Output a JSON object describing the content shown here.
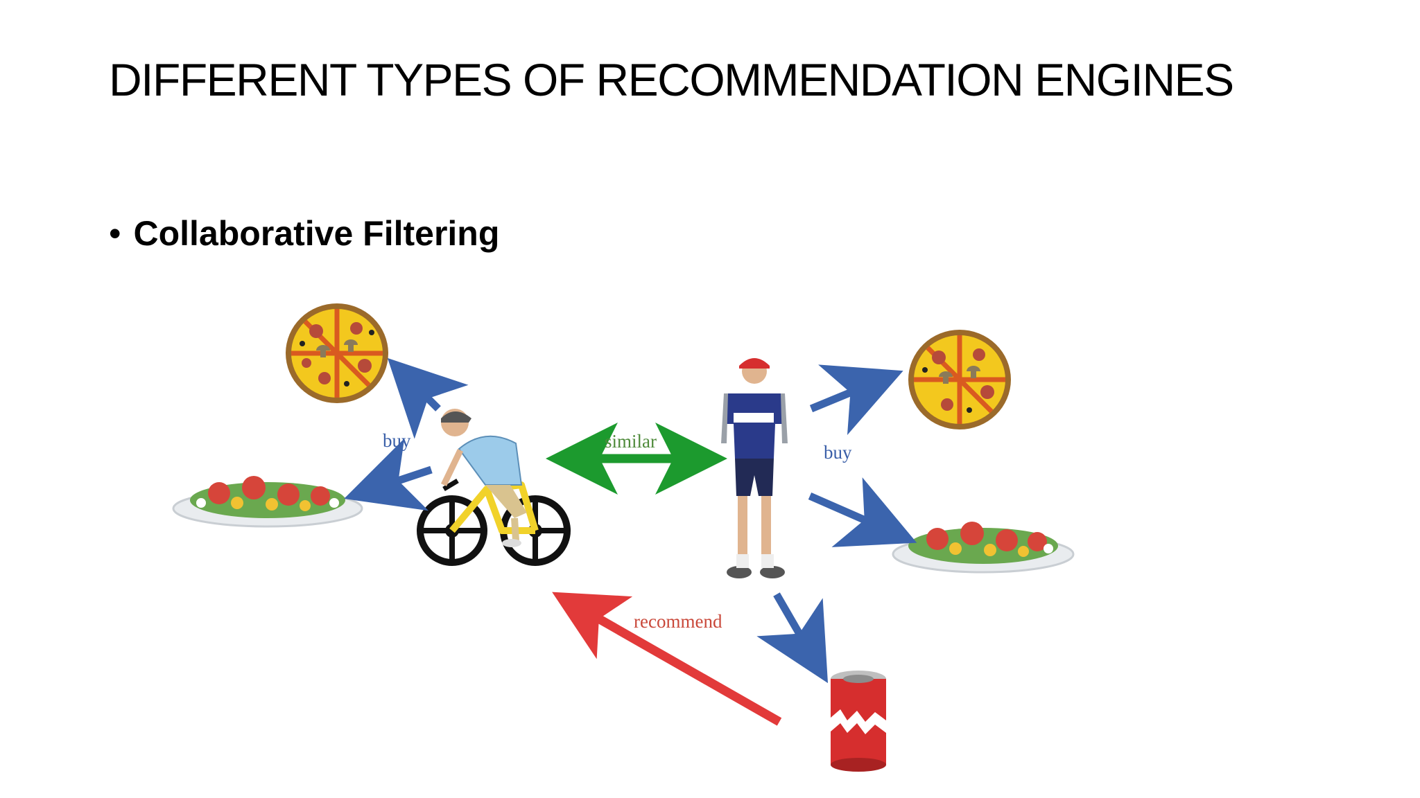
{
  "slide": {
    "title": "DIFFERENT TYPES OF RECOMMENDATION ENGINES",
    "bullet": "Collaborative Filtering"
  },
  "diagram": {
    "labels": {
      "buy_left": "buy",
      "similar": "similar",
      "buy_right": "buy",
      "recommend": "recommend"
    },
    "colors": {
      "buy_arrow": "#3b64ad",
      "buy_text": "#3a5fa8",
      "similar_arrow": "#1c9a2e",
      "similar_text": "#4e8a3a",
      "recommend_arrow": "#e23a3a",
      "recommend_text": "#c9483a"
    },
    "icons": [
      "pizza-icon",
      "salad-icon",
      "cyclist-icon",
      "person-icon",
      "soda-can-icon"
    ]
  }
}
